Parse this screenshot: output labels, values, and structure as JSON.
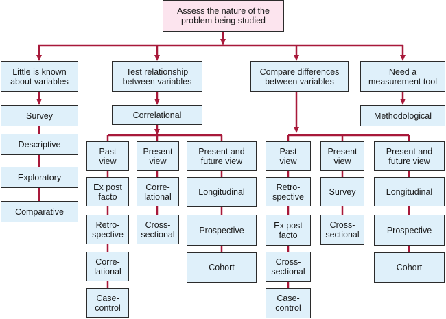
{
  "colors": {
    "connector": "#a8193a",
    "box_fill": "#dff0fa",
    "root_fill": "#fce4ee",
    "border": "#2b2b2b"
  },
  "root": "Assess the nature of the\nproblem being studied",
  "branches": [
    {
      "label": "Little is known\nabout variables",
      "chain": [
        "Survey",
        "Descriptive",
        "Exploratory",
        "Comparative"
      ]
    },
    {
      "label": "Test relationship\nbetween variables",
      "method": "Correlational",
      "views": [
        {
          "label": "Past\nview",
          "items": [
            "Ex post\nfacto",
            "Retro-\nspective",
            "Corre-\nlational",
            "Case-\ncontrol"
          ]
        },
        {
          "label": "Present\nview",
          "items": [
            "Corre-\nlational",
            "Cross-\nsectional"
          ]
        },
        {
          "label": "Present and\nfuture view",
          "items": [
            "Longitudinal",
            "Prospective",
            "Cohort"
          ]
        }
      ]
    },
    {
      "label": "Compare differences\nbetween variables",
      "views": [
        {
          "label": "Past\nview",
          "items": [
            "Retro-\nspective",
            "Ex post\nfacto",
            "Cross-\nsectional",
            "Case-\ncontrol"
          ]
        },
        {
          "label": "Present\nview",
          "items": [
            "Survey",
            "Cross-\nsectional"
          ]
        },
        {
          "label": "Present and\nfuture view",
          "items": [
            "Longitudinal",
            "Prospective",
            "Cohort"
          ]
        }
      ]
    },
    {
      "label": "Need a\nmeasurement tool",
      "method": "Methodological"
    }
  ]
}
